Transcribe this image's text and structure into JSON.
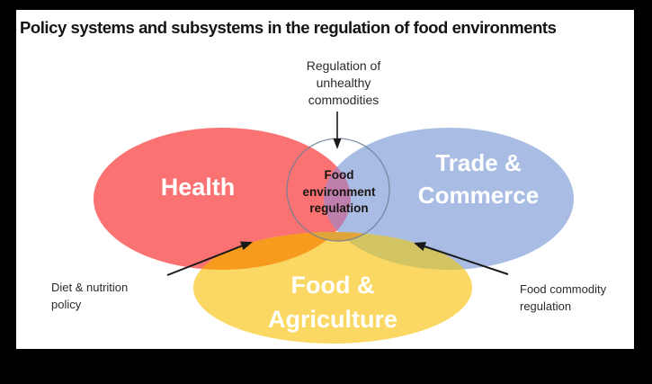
{
  "frame": {
    "border_color": "#000000",
    "card_color": "#ffffff"
  },
  "header": {
    "title": "Policy systems and subsystems in the regulation of food environments"
  },
  "diagram": {
    "type": "venn",
    "sets": [
      {
        "id": "health",
        "label": "Health",
        "color": "#FA7272",
        "label_color": "#ffffff"
      },
      {
        "id": "trade-commerce",
        "label": "Trade & Commerce",
        "label_line1": "Trade &",
        "label_line2": "Commerce",
        "color": "#A8BCE4",
        "label_color": "#ffffff"
      },
      {
        "id": "food-agriculture",
        "label": "Food & Agriculture",
        "label_line1": "Food &",
        "label_line2": "Agriculture",
        "color": "#FBD863",
        "label_color": "#ffffff"
      }
    ],
    "center": {
      "id": "food-environment-regulation",
      "label": "Food environment regulation",
      "label_line1": "Food",
      "label_line2": "environment",
      "label_line3": "regulation",
      "stroke_color": "#6E7F96",
      "label_color": "#1a1410"
    },
    "overlaps": [
      {
        "id": "health-trade",
        "label": "Regulation of unhealthy commodities",
        "color": "#BE7FAD"
      },
      {
        "id": "health-food",
        "label": "Diet & nutrition policy",
        "color": "#F79B1F"
      },
      {
        "id": "trade-food",
        "label": "Food commodity regulation",
        "color": "#D2C463"
      }
    ],
    "annotations": [
      {
        "id": "regulation-unhealthy-commodities",
        "line1": "Regulation of",
        "line2": "unhealthy",
        "line3": "commodities",
        "arrow": "down"
      },
      {
        "id": "diet-nutrition-policy",
        "line1": "Diet & nutrition",
        "line2": "policy",
        "arrow": "up-right"
      },
      {
        "id": "food-commodity-regulation",
        "line1": "Food commodity",
        "line2": "regulation",
        "arrow": "up-left"
      }
    ]
  }
}
